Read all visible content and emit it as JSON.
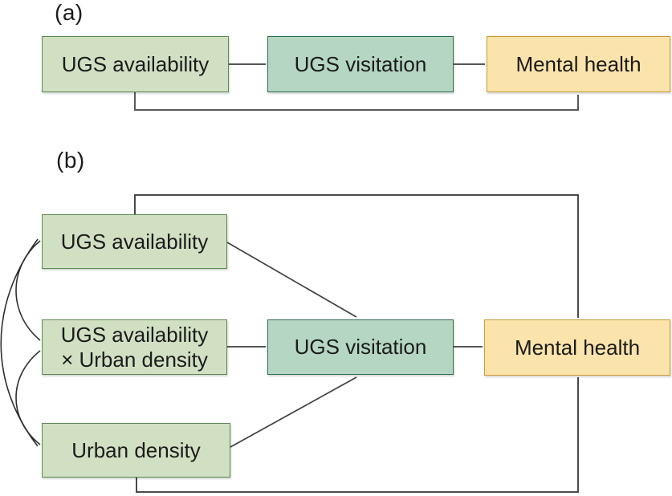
{
  "diagram": {
    "panel_a": {
      "label": "(a)",
      "nodes": [
        {
          "id": "ugs_availability",
          "label": "UGS availability",
          "color": "green"
        },
        {
          "id": "ugs_visitation",
          "label": "UGS visitation",
          "color": "teal"
        },
        {
          "id": "mental_health",
          "label": "Mental health",
          "color": "orange"
        }
      ],
      "edges": [
        {
          "from": "ugs_availability",
          "to": "ugs_visitation",
          "type": "direct-arrow"
        },
        {
          "from": "ugs_visitation",
          "to": "mental_health",
          "type": "direct-arrow"
        },
        {
          "from": "ugs_availability",
          "to": "mental_health",
          "type": "routed-arrow-below"
        }
      ]
    },
    "panel_b": {
      "label": "(b)",
      "nodes": [
        {
          "id": "ugs_availability",
          "label": "UGS availability",
          "color": "green"
        },
        {
          "id": "interaction",
          "label_line1": "UGS availability",
          "label_line2": "× Urban density",
          "color": "green"
        },
        {
          "id": "urban_density",
          "label": "Urban density",
          "color": "green"
        },
        {
          "id": "ugs_visitation",
          "label": "UGS visitation",
          "color": "teal"
        },
        {
          "id": "mental_health",
          "label": "Mental health",
          "color": "orange"
        }
      ],
      "edges": [
        {
          "from": "ugs_availability",
          "to": "mental_health",
          "type": "routed-arrow-above"
        },
        {
          "from": "ugs_availability",
          "to": "ugs_visitation",
          "type": "diagonal-arrow"
        },
        {
          "from": "interaction",
          "to": "ugs_visitation",
          "type": "direct-arrow"
        },
        {
          "from": "urban_density",
          "to": "ugs_visitation",
          "type": "diagonal-arrow"
        },
        {
          "from": "ugs_visitation",
          "to": "mental_health",
          "type": "direct-arrow"
        },
        {
          "from": "urban_density",
          "to": "mental_health",
          "type": "routed-arrow-below"
        },
        {
          "from": "ugs_availability",
          "to": "interaction",
          "type": "covariance-double-arrow"
        },
        {
          "from": "interaction",
          "to": "urban_density",
          "type": "covariance-double-arrow"
        },
        {
          "from": "ugs_availability",
          "to": "urban_density",
          "type": "covariance-double-arrow"
        }
      ]
    },
    "colors": {
      "green_fill": "#d1e0c3",
      "green_border": "#5a8a4e",
      "teal_fill": "#b5d6c3",
      "teal_border": "#2d6e50",
      "orange_fill": "#fbe3ac",
      "orange_border": "#cc9a33",
      "arrow": "#3f3f3f",
      "text": "#1b1b1b"
    }
  }
}
